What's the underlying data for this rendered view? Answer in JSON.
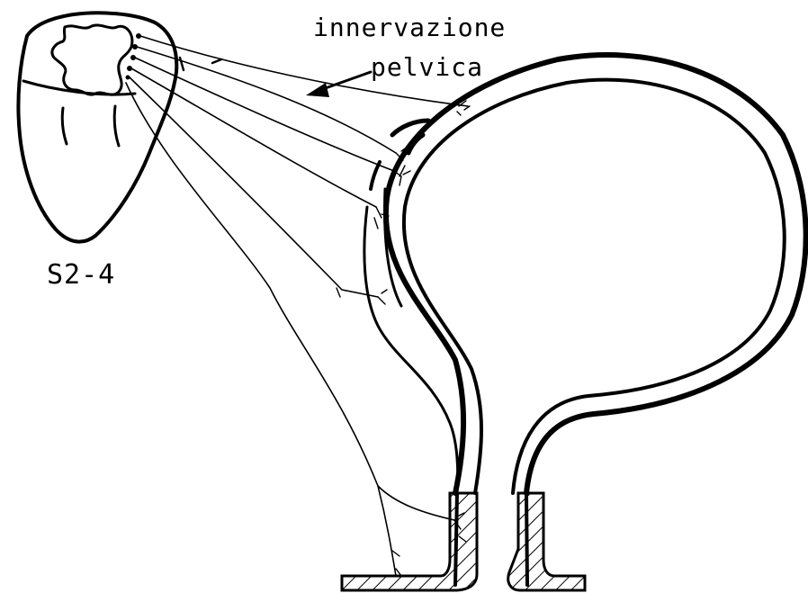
{
  "labels": {
    "nerve_line1": "innervazione",
    "nerve_line2": "pelvica",
    "spinal_segment": "S2-4"
  },
  "colors": {
    "ink": "#000000",
    "background": "#ffffff"
  }
}
